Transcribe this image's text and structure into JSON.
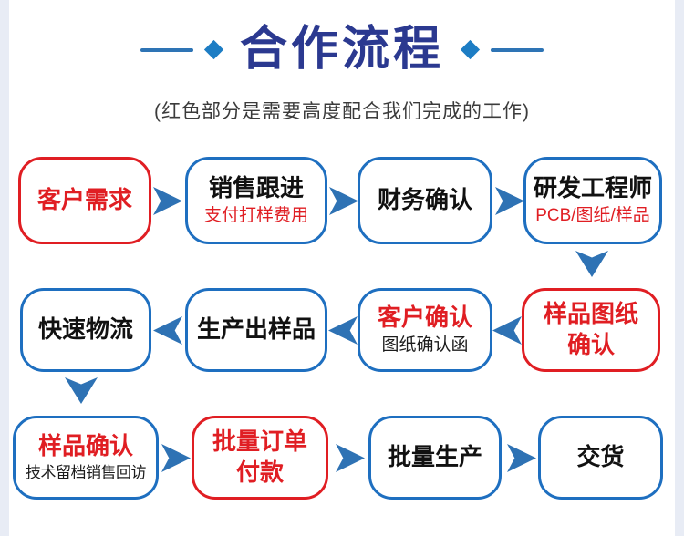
{
  "header": {
    "title": "合作流程",
    "subtitle": "(红色部分是需要高度配合我们完成的工作)"
  },
  "colors": {
    "title_navy": "#2b3990",
    "box_blue": "#1e6fc0",
    "box_red": "#e01e23",
    "arrow_blue": "#2e72b4",
    "deco_diamond_blue": "#1d7dc4",
    "deco_line_blue": "#2e74b5",
    "side_edge_gray": "#e8ecf5"
  },
  "steps": {
    "customer_demand": {
      "title": "客户需求"
    },
    "sales_follow_up": {
      "title": "销售跟进",
      "note": "支付打样费用"
    },
    "finance_confirm": {
      "title": "财务确认"
    },
    "rd_engineer": {
      "title": "研发工程师",
      "note": "PCB/图纸/样品"
    },
    "sample_drawing_confirm": {
      "line1": "样品图纸",
      "line2": "确认"
    },
    "customer_confirm": {
      "title": "客户确认",
      "note": "图纸确认函"
    },
    "produce_sample": {
      "title": "生产出样品"
    },
    "fast_logistics": {
      "title": "快速物流"
    },
    "sample_confirm": {
      "title": "样品确认",
      "note": "技术留档销售回访"
    },
    "bulk_order_payment": {
      "line1": "批量订单",
      "line2": "付款"
    },
    "bulk_production": {
      "title": "批量生产"
    },
    "delivery": {
      "title": "交货"
    }
  }
}
